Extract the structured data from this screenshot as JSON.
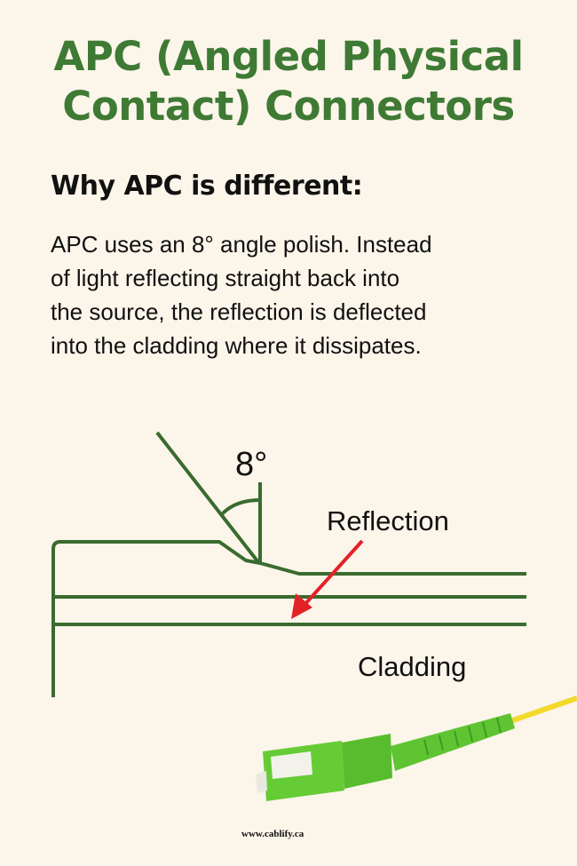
{
  "title": {
    "line1": "APC (Angled Physical",
    "line2": "Contact) Connectors"
  },
  "subtitle": "Why APC is different:",
  "body": [
    "APC uses an 8° angle polish. Instead",
    "of light reflecting straight back into",
    "the source, the reflection is deflected",
    "into the cladding where it dissipates."
  ],
  "diagram": {
    "angle_label": "8°",
    "reflection_label": "Reflection",
    "cladding_label": "Cladding",
    "line_color": "#3a6b2f",
    "arrow_color": "#e32228"
  },
  "footer": "www.cablify.ca"
}
